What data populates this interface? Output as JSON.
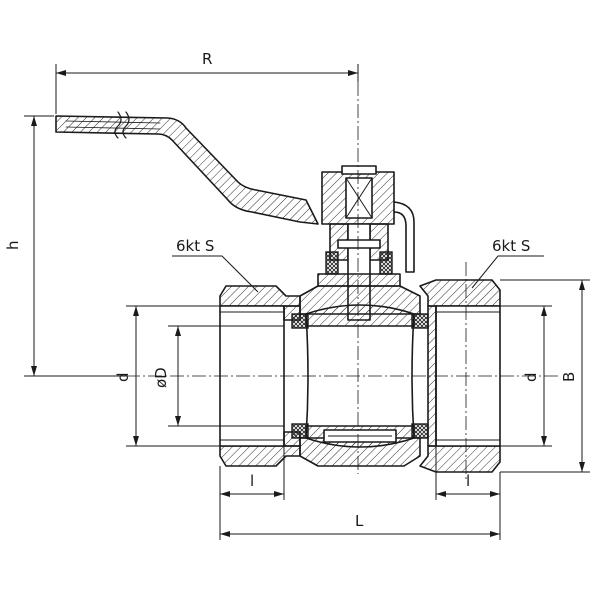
{
  "labels": {
    "R": "R",
    "h": "h",
    "hex_left": "6kt S",
    "hex_right": "6kt S",
    "d_left": "d",
    "phiD": "øD",
    "d_right": "d",
    "B": "B",
    "l_left": "l",
    "l_right": "l",
    "L": "L"
  }
}
